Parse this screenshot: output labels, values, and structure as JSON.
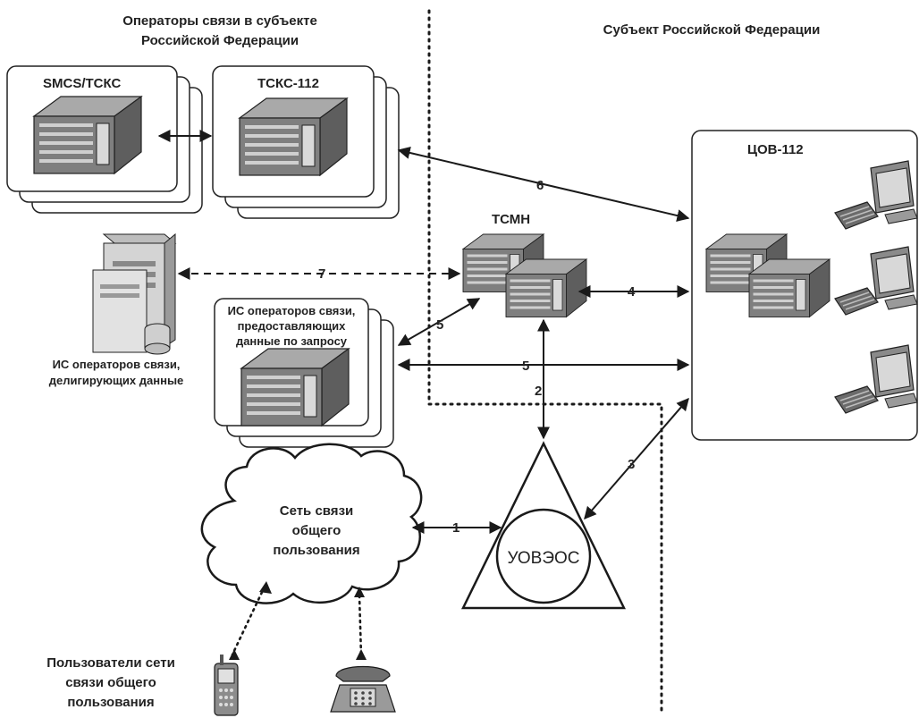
{
  "labels": {
    "operators_region_line1": "Операторы связи в субъекте",
    "operators_region_line2": "Российской Федерации",
    "subject_rf": "Субъект Российской Федерации",
    "smcs_tsks": "SMCS/ТСКС",
    "tsks_112": "ТСКС-112",
    "tsmn": "ТСМН",
    "cov_112": "ЦОВ-112",
    "is_delegating_line1": "ИС операторов связи,",
    "is_delegating_line2": "делигирующих данные",
    "is_request_line1": "ИС операторов связи,",
    "is_request_line2": "предоставляющих",
    "is_request_line3": "данные по запросу",
    "network_line1": "Сеть связи",
    "network_line2": "общего",
    "network_line3": "пользования",
    "uovzeos": "УОВЭОС",
    "users_line1": "Пользователи сети",
    "users_line2": "связи общего",
    "users_line3": "пользования"
  },
  "links": {
    "l1": "1",
    "l2": "2",
    "l3": "3",
    "l4": "4",
    "l5a": "5",
    "l5b": "5",
    "l6": "6",
    "l7": "7"
  },
  "icons": [
    "server-rack-icon",
    "server-tower-icon",
    "workstation-icon",
    "mobile-phone-icon",
    "desk-phone-icon",
    "cloud-icon",
    "triangle-node-icon"
  ]
}
